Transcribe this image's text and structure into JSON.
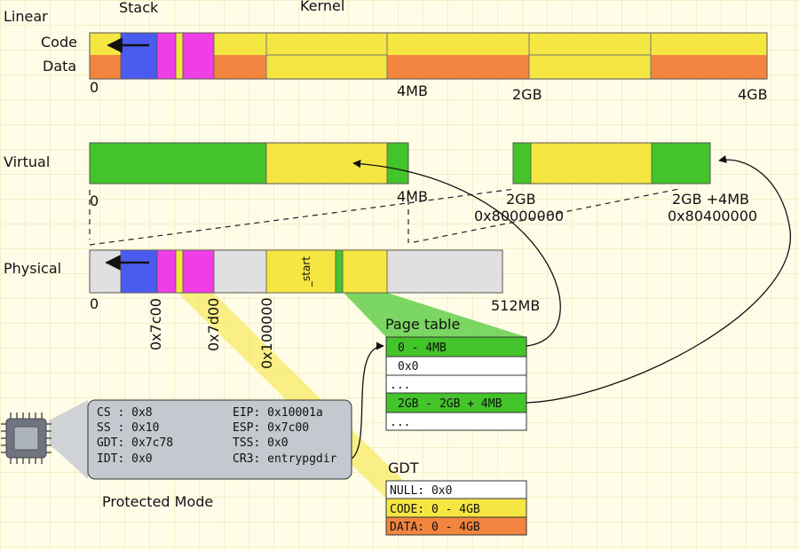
{
  "colors": {
    "yellow": "#f5e642",
    "yellow_light": "#f7e66a",
    "orange": "#f2853f",
    "blue": "#4a5cf0",
    "magenta": "#ef3ee6",
    "green": "#44c42b",
    "gray": "#e0e0e0",
    "panel": "#c4c8cf"
  },
  "labels": {
    "linear": "Linear",
    "code": "Code",
    "data": "Data",
    "stack": "Stack",
    "kernel": "Kernel",
    "virtual": "Virtual",
    "physical": "Physical",
    "page_table": "Page table",
    "gdt": "GDT",
    "protected_mode": "Protected Mode",
    "start_symbol": "_start"
  },
  "linear_ticks": [
    "0",
    "4MB",
    "2GB",
    "4GB"
  ],
  "virtual_ticks": [
    "0",
    "4MB",
    "2GB",
    "0x80000000",
    "2GB +4MB",
    "0x80400000"
  ],
  "physical_ticks": [
    "0",
    "0x7c00",
    "0x7d00",
    "0x100000",
    "512MB"
  ],
  "cpu_registers": {
    "cs": "CS : 0x8",
    "ss": "SS : 0x10",
    "gdt": "GDT: 0x7c78",
    "idt": "IDT: 0x0",
    "eip": "EIP: 0x10001a",
    "esp": "ESP: 0x7c00",
    "tss": "TSS: 0x0",
    "cr3": "CR3: entrypgdir"
  },
  "page_table_rows": [
    "0 - 4MB",
    "0x0",
    "...",
    "2GB - 2GB + 4MB",
    "..."
  ],
  "gdt_rows": [
    "NULL: 0x0",
    "CODE: 0 - 4GB",
    "DATA: 0 - 4GB"
  ]
}
